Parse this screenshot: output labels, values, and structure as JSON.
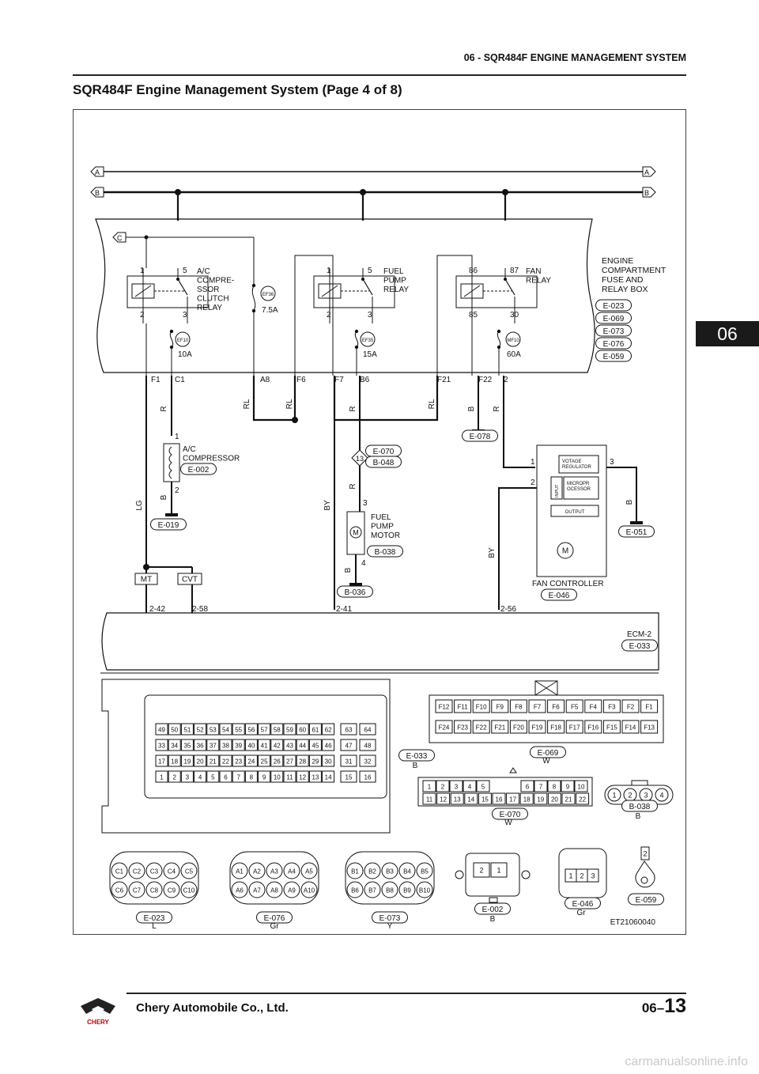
{
  "header": {
    "section_title": "06 - SQR484F ENGINE MANAGEMENT SYSTEM",
    "page_title": "SQR484F Engine Management System (Page 4 of 8)"
  },
  "side_tab": "06",
  "figure_id": "ET21060040",
  "buses": {
    "a": "A",
    "b": "B",
    "c": "C"
  },
  "fuse_box": {
    "name": "ENGINE\nCOMPARTMENT\nFUSE AND\nRELAY BOX",
    "connectors": [
      "E-023",
      "E-069",
      "E-073",
      "E-076",
      "E-059"
    ]
  },
  "relays": [
    {
      "name": "A/C\nCOMPRE-\nSSOR\nCLUTCH\nRELAY",
      "pins": [
        "1",
        "5",
        "2",
        "3"
      ]
    },
    {
      "name": "FUEL\nPUMP\nRELAY",
      "pins": [
        "1",
        "5",
        "2",
        "3"
      ]
    },
    {
      "name": "FAN\nRELAY",
      "pins": [
        "86",
        "87",
        "85",
        "30"
      ]
    }
  ],
  "fuses": [
    {
      "id": "EF10",
      "rating": "10A"
    },
    {
      "id": "EF36",
      "rating": "7.5A"
    },
    {
      "id": "EF35",
      "rating": "15A"
    },
    {
      "id": "MF10",
      "rating": "60A"
    }
  ],
  "box_pins": [
    "F1",
    "C1",
    "A8",
    "F6",
    "F7",
    "B6",
    "F21",
    "F22",
    "2"
  ],
  "wire_colors": {
    "r": "R",
    "rl": "RL",
    "b": "B",
    "lg": "LG",
    "by": "BY"
  },
  "components": {
    "ac_compressor": {
      "name": "A/C\nCOMPRESSOR",
      "connector": "E-002",
      "pins": [
        "1",
        "2"
      ]
    },
    "fuel_pump": {
      "name": "FUEL\nPUMP\nMOTOR",
      "connector": "B-038",
      "pins": [
        "3",
        "4"
      ],
      "motor": "M"
    },
    "fan_controller": {
      "name": "FAN CONTROLLER",
      "connector": "E-046",
      "pins": [
        "1",
        "2",
        "3"
      ],
      "blocks": [
        "VOTAGE\nREGULATOR",
        "INPUT",
        "MICROPR\nOCESSOR",
        "OUTPUT"
      ],
      "motor": "M"
    },
    "splice": {
      "id": "13",
      "connectors": [
        "E-070",
        "B-048"
      ]
    },
    "ecm": {
      "name": "ECM-2",
      "connector": "E-033",
      "pins": [
        "2-42",
        "2-58",
        "2-41",
        "2-56"
      ]
    },
    "transmission": [
      "MT",
      "CVT"
    ]
  },
  "grounds": [
    "E-019",
    "E-078",
    "B-036",
    "E-051"
  ],
  "connectors": {
    "e033": {
      "label": "E-033",
      "color": "B",
      "rows": [
        [
          "49",
          "50",
          "51",
          "52",
          "53",
          "54",
          "55",
          "56",
          "57",
          "58",
          "59",
          "60",
          "61",
          "62",
          "63",
          "64"
        ],
        [
          "33",
          "34",
          "35",
          "36",
          "37",
          "38",
          "39",
          "40",
          "41",
          "42",
          "43",
          "44",
          "45",
          "46",
          "47",
          "48"
        ],
        [
          "17",
          "18",
          "19",
          "20",
          "21",
          "22",
          "23",
          "24",
          "25",
          "26",
          "27",
          "28",
          "29",
          "30",
          "31",
          "32"
        ],
        [
          "1",
          "2",
          "3",
          "4",
          "5",
          "6",
          "7",
          "8",
          "9",
          "10",
          "11",
          "12",
          "13",
          "14",
          "15",
          "16"
        ]
      ]
    },
    "e069": {
      "label": "E-069",
      "color": "W",
      "rows": [
        [
          "F12",
          "F11",
          "F10",
          "F9",
          "F8",
          "F7",
          "F6",
          "F5",
          "F4",
          "F3",
          "F2",
          "F1"
        ],
        [
          "F24",
          "F23",
          "F22",
          "F21",
          "F20",
          "F19",
          "F18",
          "F17",
          "F16",
          "F15",
          "F14",
          "F13"
        ]
      ]
    },
    "e070": {
      "label": "E-070",
      "color": "W",
      "rows": [
        [
          "1",
          "2",
          "3",
          "4",
          "5",
          "6",
          "7",
          "8",
          "9",
          "10"
        ],
        [
          "11",
          "12",
          "13",
          "14",
          "15",
          "16",
          "17",
          "18",
          "19",
          "20",
          "21",
          "22"
        ]
      ]
    },
    "b038": {
      "label": "B-038",
      "color": "B",
      "pins": [
        "1",
        "2",
        "3",
        "4"
      ]
    },
    "e023": {
      "label": "E-023",
      "color": "L",
      "rows": [
        [
          "C1",
          "C2",
          "C3",
          "C4",
          "C5"
        ],
        [
          "C6",
          "C7",
          "C8",
          "C9",
          "C10"
        ]
      ]
    },
    "e076": {
      "label": "E-076",
      "color": "Gr",
      "rows": [
        [
          "A1",
          "A2",
          "A3",
          "A4",
          "A5"
        ],
        [
          "A6",
          "A7",
          "A8",
          "A9",
          "A10"
        ]
      ]
    },
    "e073": {
      "label": "E-073",
      "color": "Y",
      "rows": [
        [
          "B1",
          "B2",
          "B3",
          "B4",
          "B5"
        ],
        [
          "B6",
          "B7",
          "B8",
          "B9",
          "B10"
        ]
      ]
    },
    "e002": {
      "label": "E-002",
      "color": "B",
      "pins": [
        "2",
        "1"
      ]
    },
    "e046": {
      "label": "E-046",
      "color": "Gr",
      "pins": [
        "1",
        "2",
        "3"
      ]
    },
    "e059": {
      "label": "E-059",
      "pins": [
        "2"
      ]
    }
  },
  "footer": {
    "company": "Chery Automobile Co., Ltd.",
    "page_prefix": "06–",
    "page_num": "13",
    "logo_text": "CHERY"
  },
  "watermark": "carmanualsonline.info"
}
